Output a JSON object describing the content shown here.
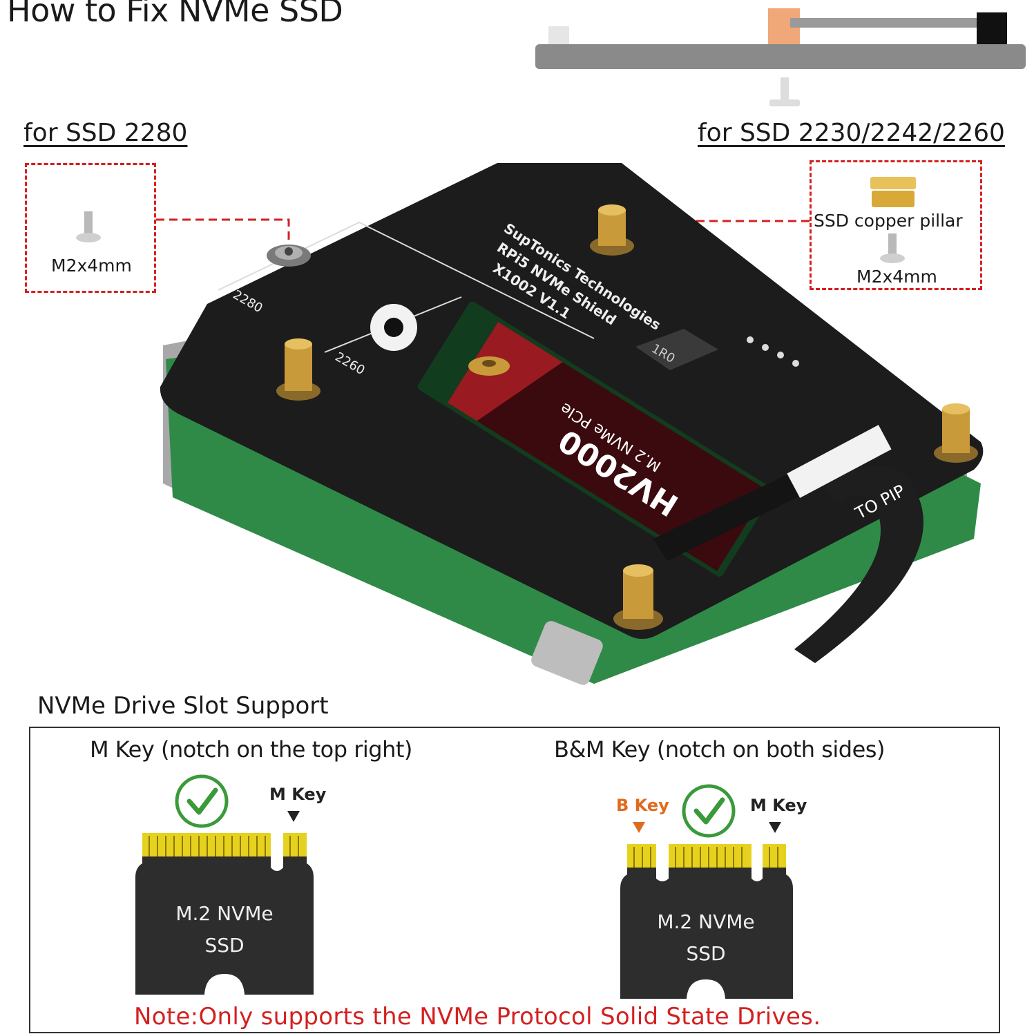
{
  "title": "How to Fix NVMe SSD",
  "labels": {
    "ssd_2280": "for SSD 2280",
    "ssd_short": "for SSD 2230/2242/2260",
    "left_screw": "M2x4mm",
    "copper_pillar": "SSD copper pillar",
    "right_screw": "M2x4mm"
  },
  "board": {
    "brand_line1": "SupTonics Technologies",
    "brand_line2": "RPi5 NVMe Shield",
    "brand_line3": "X1002 V1.1",
    "marking_2280": "2280",
    "marking_2260": "2260",
    "inductor": "1R0",
    "ssd_model": "HV2000",
    "ssd_type": "M.2 NVMe PCIe",
    "cable_label": "TO PIP"
  },
  "slot_support": {
    "heading": "NVMe Drive Slot Support",
    "m_key": {
      "heading": "M Key (notch on the top right)",
      "key_label": "M Key",
      "card_line1": "M.2 NVMe",
      "card_line2": "SSD"
    },
    "bm_key": {
      "heading": "B&M Key (notch on both sides)",
      "b_label": "B Key",
      "m_label": "M Key",
      "card_line1": "M.2 NVMe",
      "card_line2": "SSD"
    }
  },
  "note": "Note:Only supports the NVMe Protocol Solid State Drives.",
  "colors": {
    "accent_red": "#d42020",
    "b_key_orange": "#e06a1e",
    "check_green": "#3a9a3a",
    "gold_contacts": "#e6d21e",
    "board_black": "#1c1c1c",
    "pcb_green": "#2f8a48"
  }
}
